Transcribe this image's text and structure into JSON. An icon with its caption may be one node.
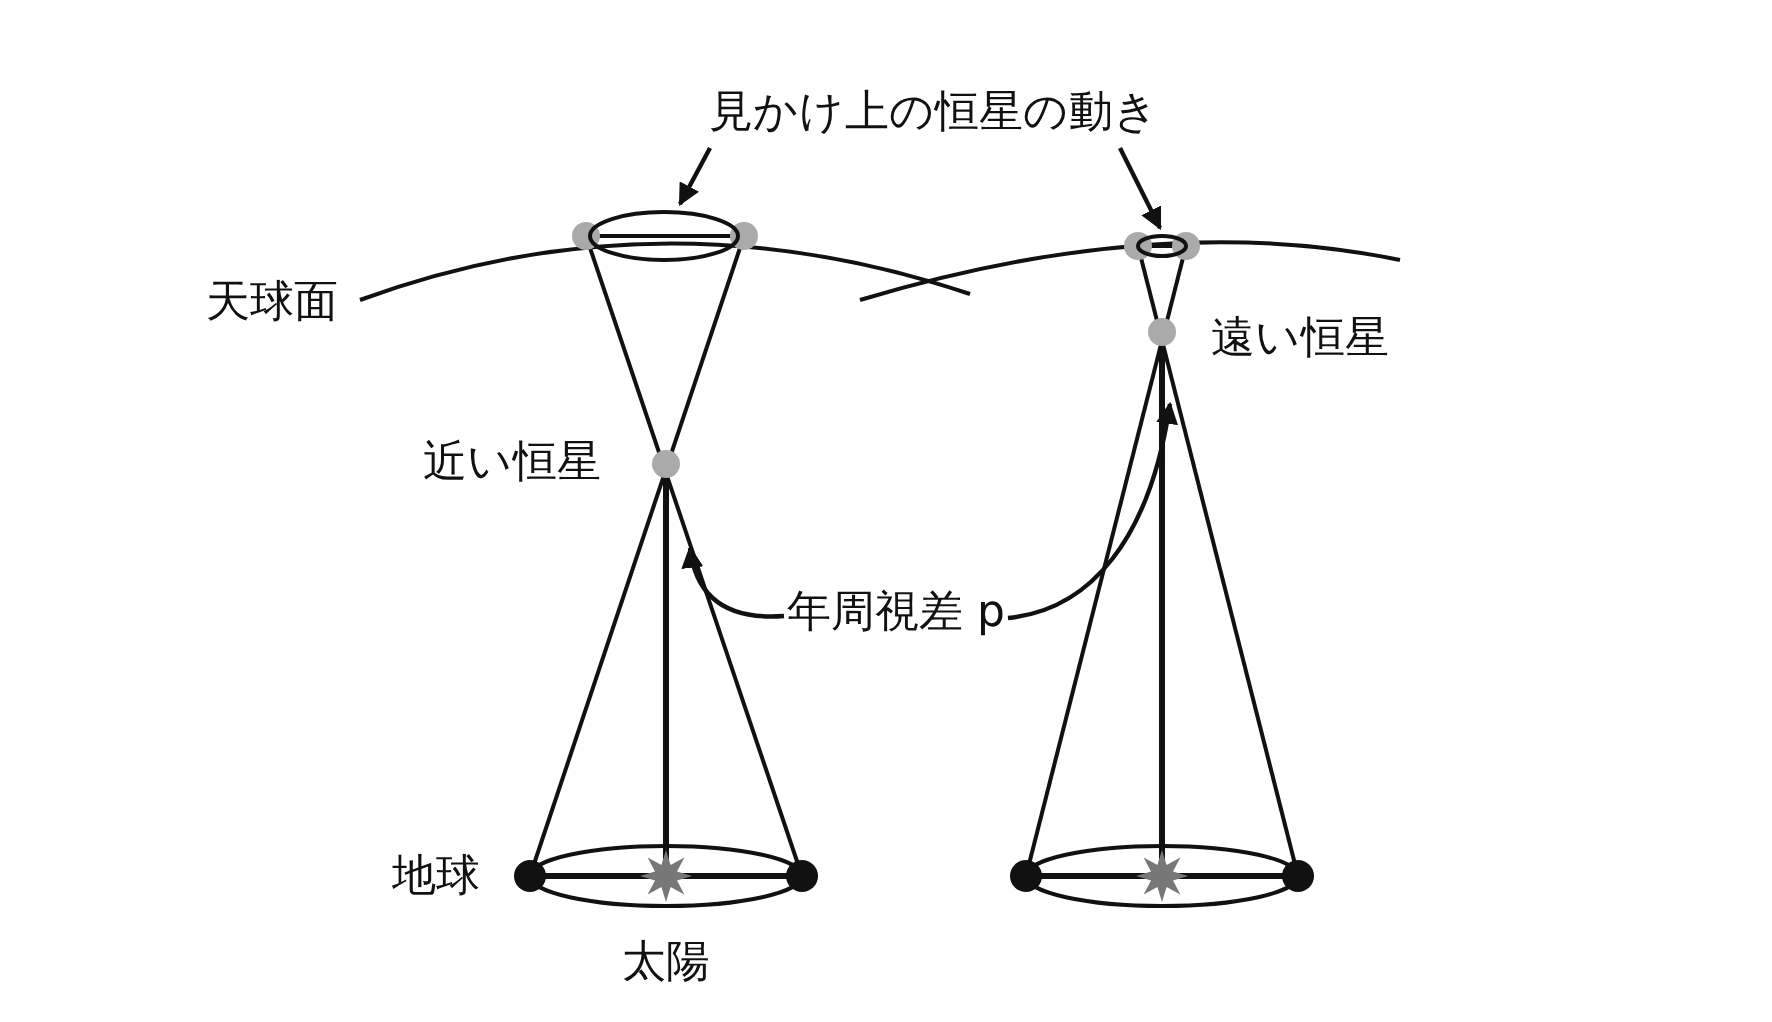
{
  "diagram": {
    "nodes": [
      {
        "text": [
          "見かけ上の恒星の動き"
        ]
      },
      {
        "text": [],
        "shape": "ellipse"
      },
      {
        "text": [],
        "shape": "ellipse"
      },
      {
        "text": [
          "年周視差 p"
        ]
      }
    ],
    "edges": [
      {
        "from": 0,
        "to": 1,
        "arrow": "to"
      },
      {
        "from": 0,
        "to": 2,
        "arrow": "to"
      },
      {
        "from": 3,
        "to": null,
        "arrow": "to"
      },
      {
        "from": 3,
        "to": null,
        "arrow": "to"
      }
    ],
    "labels": [
      "天球面",
      "近い恒星",
      "遠い恒星",
      "地球",
      "太陽"
    ]
  }
}
